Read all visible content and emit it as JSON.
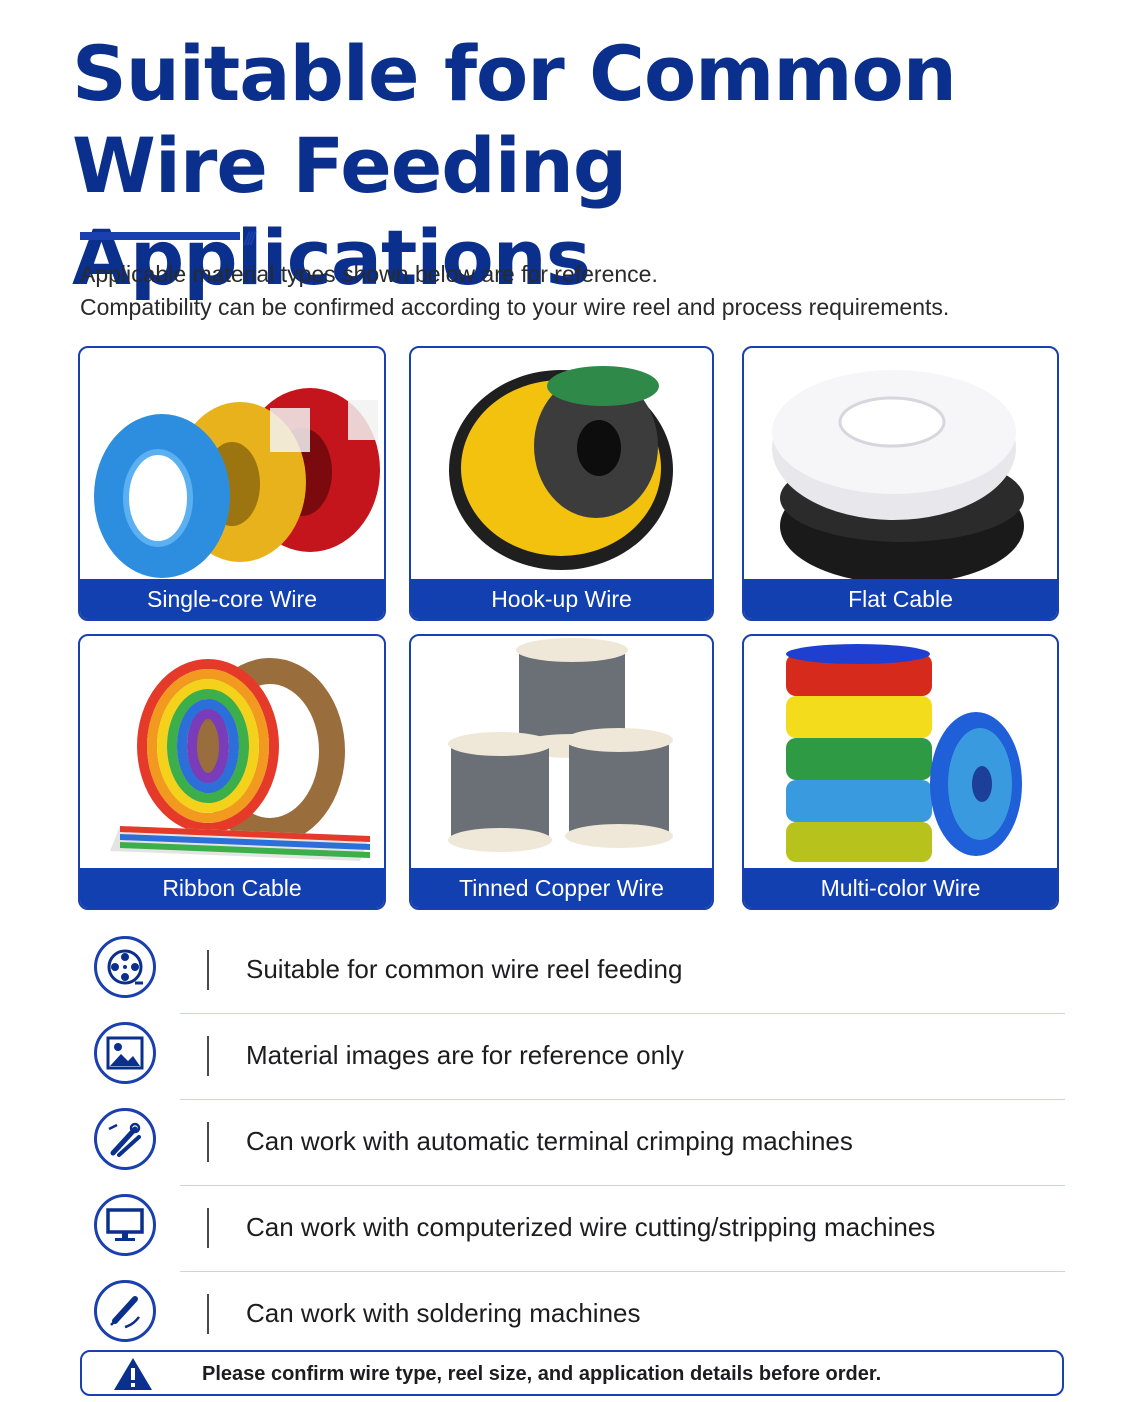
{
  "header": {
    "title_line1": "Suitable for Common",
    "title_line2": "Wire Feeding Applications",
    "subtitle_line1": "Applicable material types shown below are for reference.",
    "subtitle_line2": "Compatibility can be confirmed according to your wire reel and process requirements."
  },
  "materials": [
    {
      "label": "Single-core Wire"
    },
    {
      "label": "Hook-up Wire"
    },
    {
      "label": "Flat Cable"
    },
    {
      "label": "Ribbon Cable"
    },
    {
      "label": "Tinned Copper Wire"
    },
    {
      "label": "Multi-color Wire"
    }
  ],
  "features": [
    {
      "icon": "film-reel-icon",
      "text": "Suitable for common wire reel feeding"
    },
    {
      "icon": "image-icon",
      "text": "Material images are for reference only"
    },
    {
      "icon": "crimping-tool-icon",
      "text": "Can work with automatic terminal crimping machines"
    },
    {
      "icon": "monitor-icon",
      "text": "Can work with computerized wire cutting/stripping machines"
    },
    {
      "icon": "soldering-iron-icon",
      "text": "Can work with soldering machines"
    }
  ],
  "notice": {
    "icon": "warning-icon",
    "text": "Please confirm wire type, reel size, and application details before order."
  },
  "colors": {
    "brand_blue": "#0a2f8c",
    "label_blue": "#1240b0",
    "border_blue": "#1a3fae"
  }
}
